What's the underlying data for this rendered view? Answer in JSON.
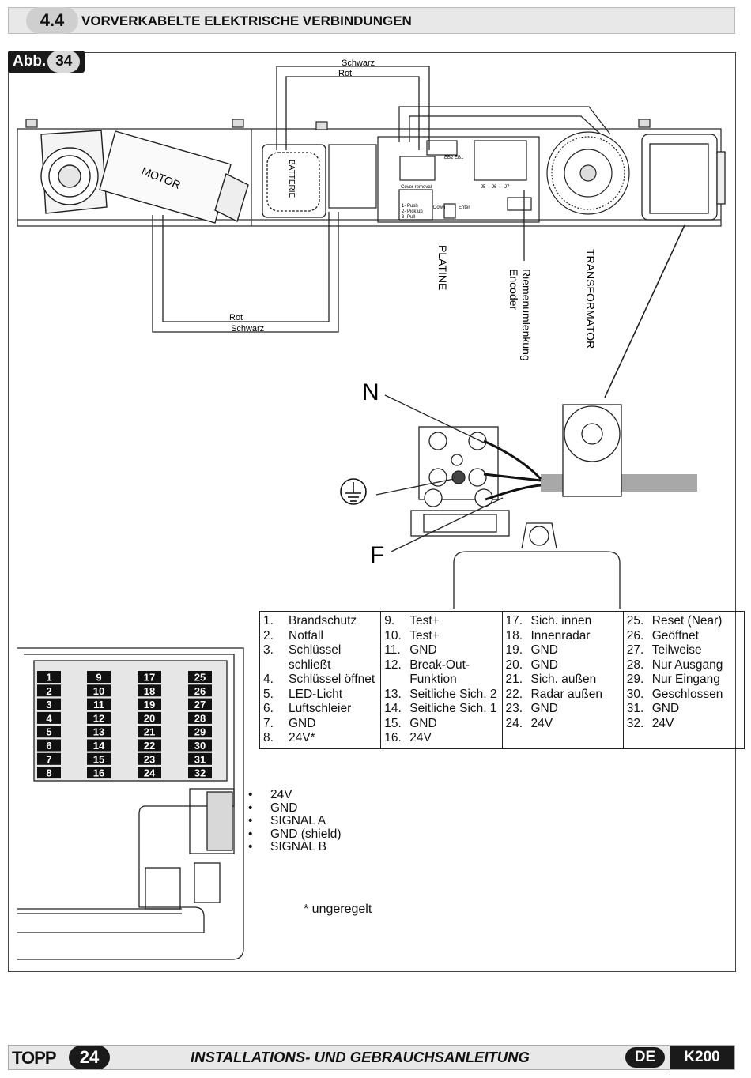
{
  "header": {
    "section": "4.4",
    "title": "VORVERKABELTE ELEKTRISCHE VERBINDUNGEN"
  },
  "figure": {
    "prefix": "Abb.",
    "number": "34"
  },
  "diagram": {
    "wire_top_black": "Schwarz",
    "wire_top_red": "Rot",
    "wire_bottom_red": "Rot",
    "wire_bottom_black": "Schwarz",
    "motor": "MOTOR",
    "battery": "BATTERIE",
    "board": "PLATINE",
    "encoder_1": "Riemenumlenkung",
    "encoder_2": "Encoder",
    "transformer": "TRANSFORMATOR",
    "neutral": "N",
    "phase": "F",
    "pcb_cover": "Cover removal",
    "pcb_push": "1- Push",
    "pcb_pickup": "2- Pick up",
    "pcb_pull": "3- Pull",
    "pcb_down": "Down",
    "pcb_enter": "Enter",
    "pcb_eb2": "EB2",
    "pcb_eb1": "EB1",
    "pcb_j5": "J5",
    "pcb_j6": "J6",
    "pcb_j7": "J7"
  },
  "terminal_numbers": [
    [
      "1",
      "9",
      "17",
      "25"
    ],
    [
      "2",
      "10",
      "18",
      "26"
    ],
    [
      "3",
      "11",
      "19",
      "27"
    ],
    [
      "4",
      "12",
      "20",
      "28"
    ],
    [
      "5",
      "13",
      "21",
      "29"
    ],
    [
      "6",
      "14",
      "22",
      "30"
    ],
    [
      "7",
      "15",
      "23",
      "31"
    ],
    [
      "8",
      "16",
      "24",
      "32"
    ]
  ],
  "terminals": [
    [
      {
        "n": "1.",
        "t": "Brandschutz"
      },
      {
        "n": "2.",
        "t": "Notfall"
      },
      {
        "n": "3.",
        "t": "Schlüssel schließt"
      },
      {
        "n": "4.",
        "t": "Schlüssel öffnet"
      },
      {
        "n": "5.",
        "t": "LED-Licht"
      },
      {
        "n": "6.",
        "t": "Luftschleier"
      },
      {
        "n": "7.",
        "t": "GND"
      },
      {
        "n": "8.",
        "t": "24V*"
      }
    ],
    [
      {
        "n": "9.",
        "t": "Test+"
      },
      {
        "n": "10.",
        "t": "Test+"
      },
      {
        "n": "11.",
        "t": "GND"
      },
      {
        "n": "12.",
        "t": "Break-Out-Funktion"
      },
      {
        "n": "13.",
        "t": "Seitliche Sich. 2"
      },
      {
        "n": "14.",
        "t": "Seitliche Sich. 1"
      },
      {
        "n": "15.",
        "t": "GND"
      },
      {
        "n": "16.",
        "t": "24V"
      }
    ],
    [
      {
        "n": "17.",
        "t": "Sich. innen"
      },
      {
        "n": "18.",
        "t": "Innenradar"
      },
      {
        "n": "19.",
        "t": "GND"
      },
      {
        "n": "20.",
        "t": "GND"
      },
      {
        "n": "21.",
        "t": "Sich. außen"
      },
      {
        "n": "22.",
        "t": "Radar außen"
      },
      {
        "n": "23.",
        "t": "GND"
      },
      {
        "n": "24.",
        "t": "24V"
      }
    ],
    [
      {
        "n": "25.",
        "t": "Reset (Near)"
      },
      {
        "n": "26.",
        "t": "Geöffnet"
      },
      {
        "n": "27.",
        "t": "Teilweise"
      },
      {
        "n": "28.",
        "t": "Nur Ausgang"
      },
      {
        "n": "29.",
        "t": "Nur Eingang"
      },
      {
        "n": "30.",
        "t": "Geschlossen"
      },
      {
        "n": "31.",
        "t": "GND"
      },
      {
        "n": "32.",
        "t": "24V"
      }
    ]
  ],
  "encoder_pins": [
    "24V",
    "GND",
    "SIGNAL A",
    "GND (shield)",
    "SIGNAL B"
  ],
  "note": "* ungeregelt",
  "footer": {
    "logo": "TOPP",
    "page": "24",
    "title": "INSTALLATIONS- UND GEBRAUCHSANLEITUNG",
    "lang": "DE",
    "model": "K200"
  }
}
